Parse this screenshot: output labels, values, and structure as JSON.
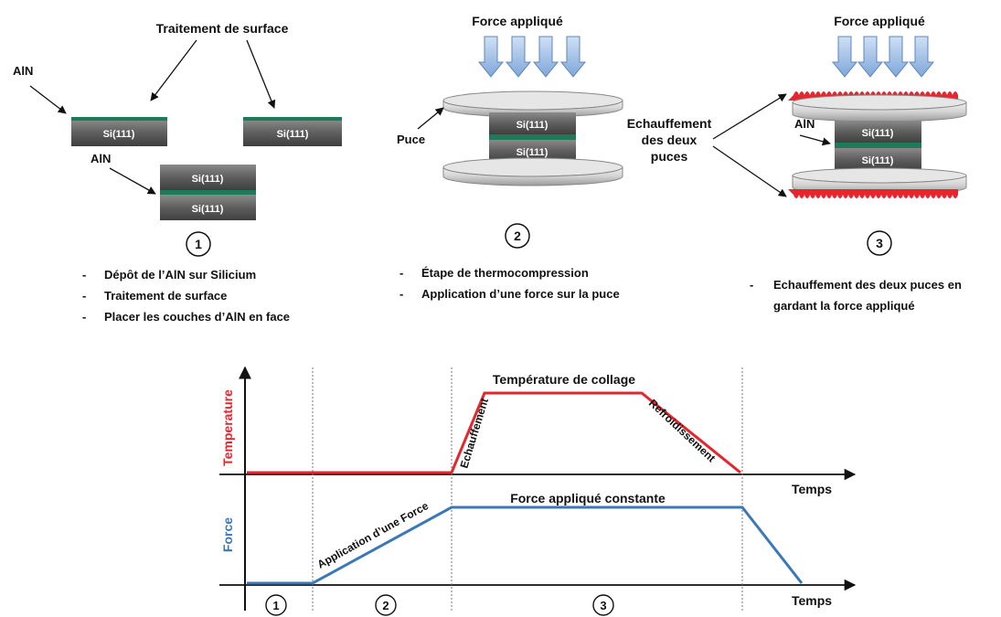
{
  "step1": {
    "surface_label": "Traitement de surface",
    "aln_label_top": "AlN",
    "aln_label_mid": "AlN",
    "chip_left": "Si(111)",
    "chip_right": "Si(111)",
    "stack_top": "Si(111)",
    "stack_bottom": "Si(111)",
    "number": "1",
    "bullets": [
      "Dépôt de l’AlN sur Silicium",
      "Traitement de surface",
      "Placer les couches d’AlN en face"
    ]
  },
  "step2": {
    "force_label": "Force appliqué",
    "puce_label": "Puce",
    "chip_top": "Si(111)",
    "chip_bottom": "Si(111)",
    "number": "2",
    "bullets": [
      "Étape de thermocompression",
      "Application d’une force sur la puce"
    ]
  },
  "step3": {
    "force_label": "Force appliqué",
    "heat_label_line1": "Echauffement",
    "heat_label_line2": "des deux",
    "heat_label_line3": "puces",
    "aln_label": "AlN",
    "chip_top": "Si(111)",
    "chip_bottom": "Si(111)",
    "number": "3",
    "bullets_line1": "Echauffement des deux puces en",
    "bullets_line2": "gardant la force appliqué"
  },
  "timeline": {
    "temp_axis_label": "Temperature",
    "force_axis_label": "Force",
    "time_label_top": "Temps",
    "time_label_bottom": "Temps",
    "bonding_temp_label": "Température de collage",
    "heating_label": "Echauffement",
    "cooling_label": "Refroidissement",
    "force_apply_label": "Application d’une Force",
    "force_const_label": "Force appliqué constante",
    "phase_numbers": [
      "1",
      "2",
      "3"
    ],
    "colors": {
      "temperature": "#e8242c",
      "force": "#3a78b8"
    }
  }
}
